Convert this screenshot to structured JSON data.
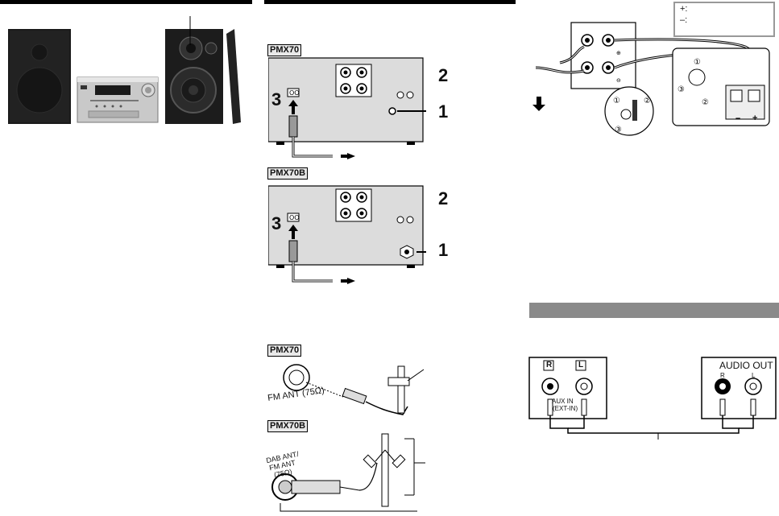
{
  "labels": {
    "model_a": "PMX70",
    "model_b": "PMX70B",
    "model_a_ant": "PMX70",
    "model_b_ant": "PMX70B",
    "step1": "1",
    "step2": "2",
    "step3": "3",
    "step1b": "1",
    "step2b": "2",
    "step3b": "3",
    "fm_ant": "FM ANT (75Ω)",
    "dab_ant_line1": "DAB ANT/",
    "dab_ant_line2": "FM ANT",
    "dab_ant_line3": "(75Ω)",
    "legend_plus": "+:",
    "legend_minus": "–:",
    "aux_in": "AUX IN",
    "ext_in": "(EXT-IN)",
    "channel_r": "R",
    "channel_l": "L",
    "audio_out": "AUDIO OUT",
    "out_r": "R",
    "out_l": "L",
    "sp_minus": "–",
    "sp_plus": "+",
    "c1": "①",
    "c2": "②",
    "c3": "③"
  }
}
